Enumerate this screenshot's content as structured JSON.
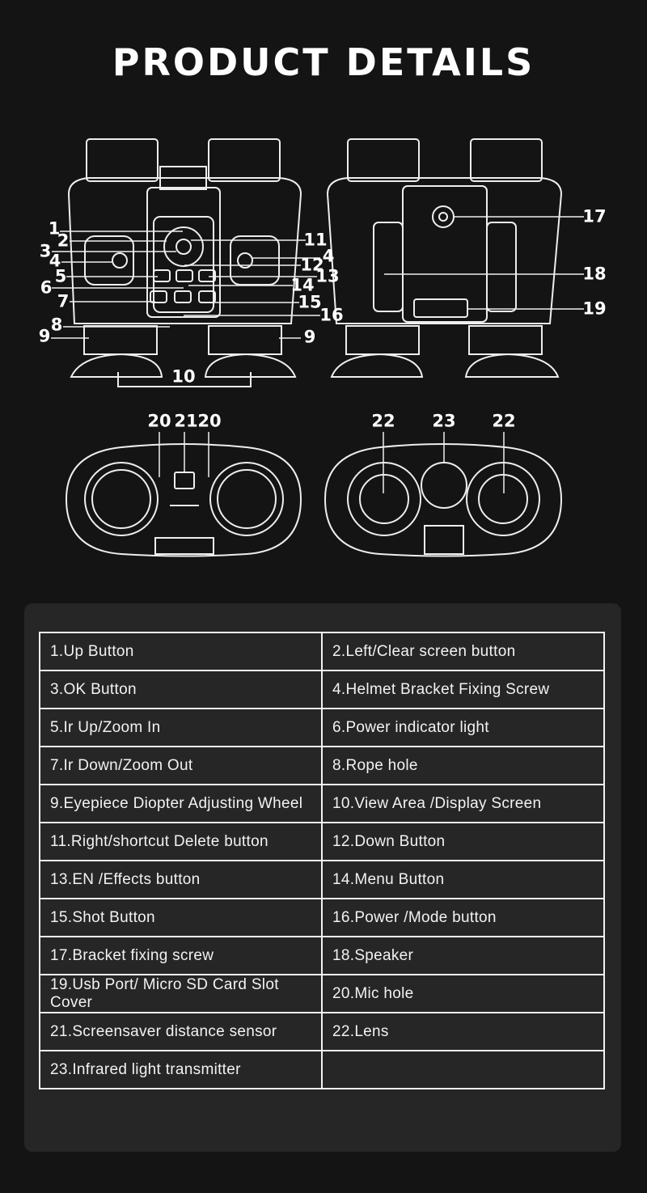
{
  "title": "PRODUCT DETAILS",
  "callouts": [
    "1",
    "2",
    "3",
    "4",
    "5",
    "6",
    "7",
    "8",
    "9",
    "11",
    "4",
    "12",
    "13",
    "14",
    "15",
    "16",
    "9",
    "10",
    "17",
    "18",
    "19",
    "20",
    "21",
    "20",
    "22",
    "23",
    "22"
  ],
  "table": [
    [
      "1.Up Button",
      "2.Left/Clear screen button"
    ],
    [
      "3.OK Button",
      "4.Helmet Bracket Fixing Screw"
    ],
    [
      "5.Ir Up/Zoom In",
      "6.Power indicator light"
    ],
    [
      "7.Ir Down/Zoom Out",
      "8.Rope hole"
    ],
    [
      "9.Eyepiece Diopter Adjusting Wheel",
      "10.View Area /Display Screen"
    ],
    [
      "11.Right/shortcut Delete button",
      "12.Down Button"
    ],
    [
      "13.EN /Effects button",
      "14.Menu Button"
    ],
    [
      "15.Shot Button",
      "16.Power /Mode button"
    ],
    [
      "17.Bracket fixing screw",
      "18.Speaker"
    ],
    [
      "19.Usb Port/ Micro SD Card Slot Cover",
      "20.Mic hole"
    ],
    [
      "21.Screensaver distance sensor",
      "22.Lens"
    ],
    [
      "23.Infrared light transmitter",
      ""
    ]
  ],
  "colors": {
    "background": "#141414",
    "panel": "#262626",
    "line": "#f2f2f2"
  }
}
